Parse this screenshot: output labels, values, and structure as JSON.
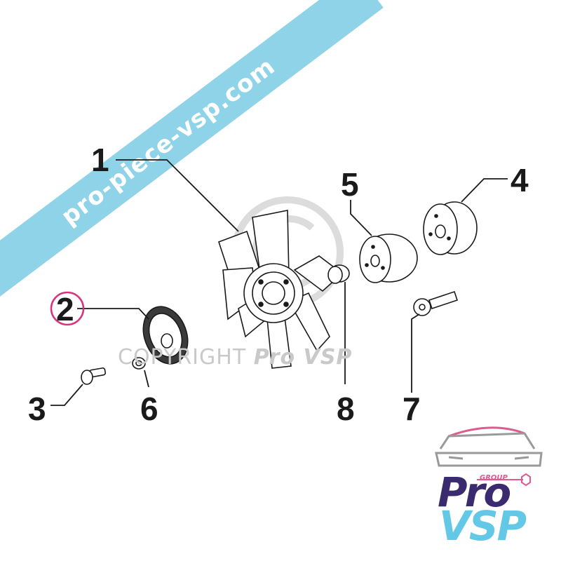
{
  "watermark": {
    "banner_text": "pro-piece-vsp.com",
    "banner_color": "#8fd3e8",
    "copyright_prefix": "COPYRIGHT",
    "copyright_brand": "Pro VSP"
  },
  "callouts": [
    "1",
    "2",
    "3",
    "4",
    "5",
    "6",
    "7",
    "8"
  ],
  "highlight": {
    "callout": "2",
    "color": "#d6337a"
  },
  "logo": {
    "group_text": "GROUP",
    "pro_text": "Pro",
    "vsp_text": "VSP",
    "colors": {
      "pink": "#e05a8f",
      "navy": "#3a2a6e",
      "cyan": "#62c8e6",
      "car": "#9a9a9a"
    }
  }
}
